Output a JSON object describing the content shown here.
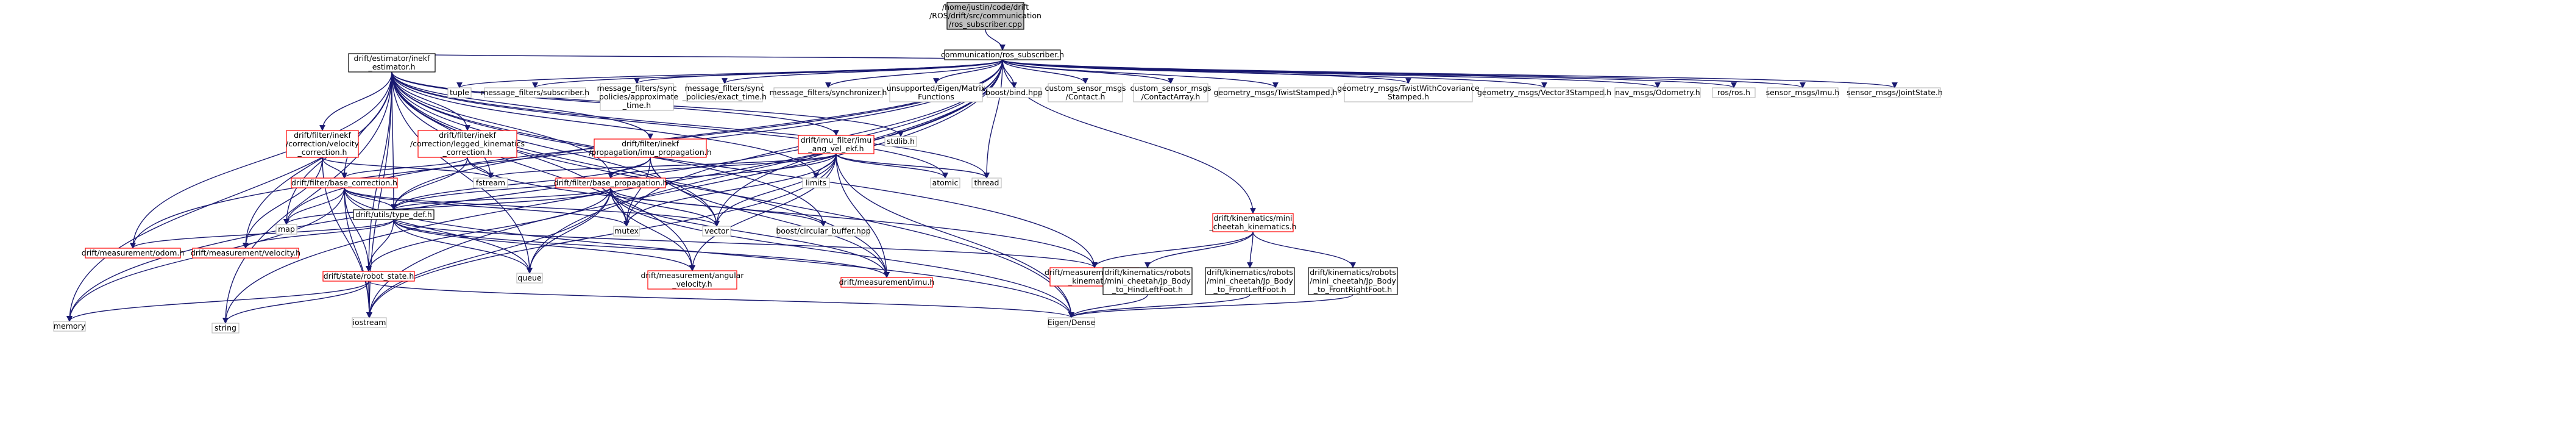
{
  "diagram": {
    "colors": {
      "edge": "#191970",
      "node_border_internal": "#ff0000",
      "node_border_system": "#bfbfbf",
      "node_border_plain": "#000000",
      "node_fill": "#ffffff",
      "root_fill": "#bfbfbf",
      "root_border": "#000000"
    },
    "nodes": [
      {
        "id": "root",
        "lines": [
          "/home/justin/code/drift",
          "/ROS/drift/src/communication",
          "/ros_subscriber.cpp"
        ],
        "style": "root"
      },
      {
        "id": "ros_sub_h",
        "lines": [
          "communication/ros_subscriber.h"
        ],
        "style": "plain"
      },
      {
        "id": "inekf_est",
        "lines": [
          "drift/estimator/inekf",
          "_estimator.h"
        ],
        "style": "plain"
      },
      {
        "id": "tuple",
        "lines": [
          "tuple"
        ],
        "style": "system"
      },
      {
        "id": "mf_sub",
        "lines": [
          "message_filters/subscriber.h"
        ],
        "style": "system"
      },
      {
        "id": "mf_approx",
        "lines": [
          "message_filters/sync",
          "_policies/approximate",
          "_time.h"
        ],
        "style": "system"
      },
      {
        "id": "mf_exact",
        "lines": [
          "message_filters/sync",
          "_policies/exact_time.h"
        ],
        "style": "system"
      },
      {
        "id": "mf_sync",
        "lines": [
          "message_filters/synchronizer.h"
        ],
        "style": "system"
      },
      {
        "id": "eigen_mf",
        "lines": [
          "unsupported/Eigen/Matrix",
          "Functions"
        ],
        "style": "system"
      },
      {
        "id": "boost_bind",
        "lines": [
          "boost/bind.hpp"
        ],
        "style": "system"
      },
      {
        "id": "custom_contact",
        "lines": [
          "custom_sensor_msgs",
          "/Contact.h"
        ],
        "style": "system"
      },
      {
        "id": "custom_contact_arr",
        "lines": [
          "custom_sensor_msgs",
          "/ContactArray.h"
        ],
        "style": "system"
      },
      {
        "id": "twist_stamped",
        "lines": [
          "geometry_msgs/TwistStamped.h"
        ],
        "style": "system"
      },
      {
        "id": "twist_cov",
        "lines": [
          "geometry_msgs/TwistWithCovariance",
          "Stamped.h"
        ],
        "style": "system"
      },
      {
        "id": "vec3_stamped",
        "lines": [
          "geometry_msgs/Vector3Stamped.h"
        ],
        "style": "system"
      },
      {
        "id": "odometry",
        "lines": [
          "nav_msgs/Odometry.h"
        ],
        "style": "system"
      },
      {
        "id": "ros_h",
        "lines": [
          "ros/ros.h"
        ],
        "style": "system"
      },
      {
        "id": "imu_msg",
        "lines": [
          "sensor_msgs/Imu.h"
        ],
        "style": "system"
      },
      {
        "id": "joint_state",
        "lines": [
          "sensor_msgs/JointState.h"
        ],
        "style": "system"
      },
      {
        "id": "vel_corr",
        "lines": [
          "drift/filter/inekf",
          "/correction/velocity",
          "_correction.h"
        ],
        "style": "internal"
      },
      {
        "id": "leg_kin_corr",
        "lines": [
          "drift/filter/inekf",
          "/correction/legged_kinematics",
          "_correction.h"
        ],
        "style": "internal"
      },
      {
        "id": "imu_prop",
        "lines": [
          "drift/filter/inekf",
          "/propagation/imu_propagation.h"
        ],
        "style": "internal"
      },
      {
        "id": "imu_ekf",
        "lines": [
          "drift/imu_filter/imu",
          "_ang_vel_ekf.h"
        ],
        "style": "internal"
      },
      {
        "id": "stdlib",
        "lines": [
          "stdlib.h"
        ],
        "style": "system"
      },
      {
        "id": "fstream",
        "lines": [
          "fstream"
        ],
        "style": "system"
      },
      {
        "id": "limits",
        "lines": [
          "limits"
        ],
        "style": "system"
      },
      {
        "id": "atomic",
        "lines": [
          "atomic"
        ],
        "style": "system"
      },
      {
        "id": "thread",
        "lines": [
          "thread"
        ],
        "style": "system"
      },
      {
        "id": "base_corr",
        "lines": [
          "drift/filter/base_correction.h"
        ],
        "style": "internal"
      },
      {
        "id": "base_prop",
        "lines": [
          "drift/filter/base_propagation.h"
        ],
        "style": "internal"
      },
      {
        "id": "map",
        "lines": [
          "map"
        ],
        "style": "system"
      },
      {
        "id": "type_def",
        "lines": [
          "drift/utils/type_def.h"
        ],
        "style": "plain"
      },
      {
        "id": "mutex",
        "lines": [
          "mutex"
        ],
        "style": "system"
      },
      {
        "id": "vector",
        "lines": [
          "vector"
        ],
        "style": "system"
      },
      {
        "id": "boost_cb",
        "lines": [
          "boost/circular_buffer.hpp"
        ],
        "style": "system"
      },
      {
        "id": "mini_cheetah",
        "lines": [
          "drift/kinematics/mini",
          "_cheetah_kinematics.h"
        ],
        "style": "internal"
      },
      {
        "id": "meas_odom",
        "lines": [
          "drift/measurement/odom.h"
        ],
        "style": "internal"
      },
      {
        "id": "meas_vel",
        "lines": [
          "drift/measurement/velocity.h"
        ],
        "style": "internal"
      },
      {
        "id": "robot_state",
        "lines": [
          "drift/state/robot_state.h"
        ],
        "style": "internal"
      },
      {
        "id": "queue",
        "lines": [
          "queue"
        ],
        "style": "system"
      },
      {
        "id": "meas_angvel",
        "lines": [
          "drift/measurement/angular",
          "_velocity.h"
        ],
        "style": "internal"
      },
      {
        "id": "meas_imu",
        "lines": [
          "drift/measurement/imu.h"
        ],
        "style": "internal"
      },
      {
        "id": "meas_legged",
        "lines": [
          "drift/measurement/legged",
          "_kinematics.h"
        ],
        "style": "internal"
      },
      {
        "id": "jp_hind_left",
        "lines": [
          "drift/kinematics/robots",
          "/mini_cheetah/Jp_Body",
          "_to_HindLeftFoot.h"
        ],
        "style": "plain"
      },
      {
        "id": "jp_front_left",
        "lines": [
          "drift/kinematics/robots",
          "/mini_cheetah/Jp_Body",
          "_to_FrontLeftFoot.h"
        ],
        "style": "plain"
      },
      {
        "id": "jp_front_right",
        "lines": [
          "drift/kinematics/robots",
          "/mini_cheetah/Jp_Body",
          "_to_FrontRightFoot.h"
        ],
        "style": "plain"
      },
      {
        "id": "memory",
        "lines": [
          "memory"
        ],
        "style": "system"
      },
      {
        "id": "string",
        "lines": [
          "string"
        ],
        "style": "system"
      },
      {
        "id": "iostream",
        "lines": [
          "iostream"
        ],
        "style": "system"
      },
      {
        "id": "eigen_dense",
        "lines": [
          "Eigen/Dense"
        ],
        "style": "system"
      }
    ],
    "edges": [
      [
        "root",
        "ros_sub_h"
      ],
      [
        "ros_sub_h",
        "inekf_est"
      ],
      [
        "ros_sub_h",
        "tuple"
      ],
      [
        "ros_sub_h",
        "mf_sub"
      ],
      [
        "ros_sub_h",
        "mf_approx"
      ],
      [
        "ros_sub_h",
        "mf_exact"
      ],
      [
        "ros_sub_h",
        "mf_sync"
      ],
      [
        "ros_sub_h",
        "eigen_mf"
      ],
      [
        "ros_sub_h",
        "boost_bind"
      ],
      [
        "ros_sub_h",
        "custom_contact"
      ],
      [
        "ros_sub_h",
        "custom_contact_arr"
      ],
      [
        "ros_sub_h",
        "twist_stamped"
      ],
      [
        "ros_sub_h",
        "twist_cov"
      ],
      [
        "ros_sub_h",
        "vec3_stamped"
      ],
      [
        "ros_sub_h",
        "odometry"
      ],
      [
        "ros_sub_h",
        "ros_h"
      ],
      [
        "ros_sub_h",
        "imu_msg"
      ],
      [
        "ros_sub_h",
        "joint_state"
      ],
      [
        "ros_sub_h",
        "thread"
      ],
      [
        "ros_sub_h",
        "vector"
      ],
      [
        "ros_sub_h",
        "mini_cheetah"
      ],
      [
        "ros_sub_h",
        "memory"
      ],
      [
        "ros_sub_h",
        "string"
      ],
      [
        "ros_sub_h",
        "map"
      ],
      [
        "ros_sub_h",
        "queue"
      ],
      [
        "ros_sub_h",
        "mutex"
      ],
      [
        "ros_sub_h",
        "type_def"
      ],
      [
        "ros_sub_h",
        "meas_odom"
      ],
      [
        "ros_sub_h",
        "iostream"
      ],
      [
        "inekf_est",
        "vel_corr"
      ],
      [
        "inekf_est",
        "leg_kin_corr"
      ],
      [
        "inekf_est",
        "imu_prop"
      ],
      [
        "inekf_est",
        "imu_ekf"
      ],
      [
        "inekf_est",
        "stdlib"
      ],
      [
        "inekf_est",
        "fstream"
      ],
      [
        "inekf_est",
        "limits"
      ],
      [
        "inekf_est",
        "atomic"
      ],
      [
        "inekf_est",
        "thread"
      ],
      [
        "inekf_est",
        "base_corr"
      ],
      [
        "inekf_est",
        "base_prop"
      ],
      [
        "inekf_est",
        "map"
      ],
      [
        "inekf_est",
        "type_def"
      ],
      [
        "inekf_est",
        "mutex"
      ],
      [
        "inekf_est",
        "vector"
      ],
      [
        "inekf_est",
        "boost_cb"
      ],
      [
        "inekf_est",
        "meas_odom"
      ],
      [
        "inekf_est",
        "meas_vel"
      ],
      [
        "inekf_est",
        "robot_state"
      ],
      [
        "inekf_est",
        "queue"
      ],
      [
        "inekf_est",
        "meas_angvel"
      ],
      [
        "inekf_est",
        "meas_imu"
      ],
      [
        "inekf_est",
        "meas_legged"
      ],
      [
        "inekf_est",
        "memory"
      ],
      [
        "inekf_est",
        "string"
      ],
      [
        "inekf_est",
        "iostream"
      ],
      [
        "inekf_est",
        "eigen_dense"
      ],
      [
        "vel_corr",
        "base_corr"
      ],
      [
        "vel_corr",
        "fstream"
      ],
      [
        "vel_corr",
        "meas_vel"
      ],
      [
        "vel_corr",
        "iostream"
      ],
      [
        "leg_kin_corr",
        "base_corr"
      ],
      [
        "leg_kin_corr",
        "fstream"
      ],
      [
        "leg_kin_corr",
        "meas_legged"
      ],
      [
        "leg_kin_corr",
        "type_def"
      ],
      [
        "imu_prop",
        "base_prop"
      ],
      [
        "imu_prop",
        "meas_imu"
      ],
      [
        "imu_prop",
        "type_def"
      ],
      [
        "imu_prop",
        "vector"
      ],
      [
        "imu_prop",
        "mutex"
      ],
      [
        "imu_ekf",
        "base_prop"
      ],
      [
        "imu_ekf",
        "fstream"
      ],
      [
        "imu_ekf",
        "limits"
      ],
      [
        "imu_ekf",
        "atomic"
      ],
      [
        "imu_ekf",
        "thread"
      ],
      [
        "imu_ekf",
        "mutex"
      ],
      [
        "imu_ekf",
        "vector"
      ],
      [
        "imu_ekf",
        "type_def"
      ],
      [
        "imu_ekf",
        "meas_angvel"
      ],
      [
        "imu_ekf",
        "meas_imu"
      ],
      [
        "imu_ekf",
        "iostream"
      ],
      [
        "imu_ekf",
        "eigen_dense"
      ],
      [
        "base_corr",
        "map"
      ],
      [
        "base_corr",
        "type_def"
      ],
      [
        "base_corr",
        "robot_state"
      ],
      [
        "base_corr",
        "queue"
      ],
      [
        "base_corr",
        "mutex"
      ],
      [
        "base_corr",
        "vector"
      ],
      [
        "base_corr",
        "memory"
      ],
      [
        "base_corr",
        "iostream"
      ],
      [
        "base_corr",
        "eigen_dense"
      ],
      [
        "base_prop",
        "map"
      ],
      [
        "base_prop",
        "type_def"
      ],
      [
        "base_prop",
        "robot_state"
      ],
      [
        "base_prop",
        "queue"
      ],
      [
        "base_prop",
        "mutex"
      ],
      [
        "base_prop",
        "vector"
      ],
      [
        "base_prop",
        "boost_cb"
      ],
      [
        "base_prop",
        "meas_angvel"
      ],
      [
        "base_prop",
        "meas_imu"
      ],
      [
        "base_prop",
        "iostream"
      ],
      [
        "base_prop",
        "eigen_dense"
      ],
      [
        "type_def",
        "meas_odom"
      ],
      [
        "type_def",
        "meas_vel"
      ],
      [
        "type_def",
        "robot_state"
      ],
      [
        "type_def",
        "queue"
      ],
      [
        "type_def",
        "meas_angvel"
      ],
      [
        "type_def",
        "meas_imu"
      ],
      [
        "type_def",
        "meas_legged"
      ],
      [
        "robot_state",
        "memory"
      ],
      [
        "robot_state",
        "string"
      ],
      [
        "robot_state",
        "iostream"
      ],
      [
        "robot_state",
        "eigen_dense"
      ],
      [
        "mini_cheetah",
        "meas_legged"
      ],
      [
        "mini_cheetah",
        "jp_hind_left"
      ],
      [
        "mini_cheetah",
        "jp_front_left"
      ],
      [
        "mini_cheetah",
        "jp_front_right"
      ],
      [
        "jp_hind_left",
        "eigen_dense"
      ],
      [
        "jp_front_left",
        "eigen_dense"
      ],
      [
        "jp_front_right",
        "eigen_dense"
      ]
    ]
  }
}
